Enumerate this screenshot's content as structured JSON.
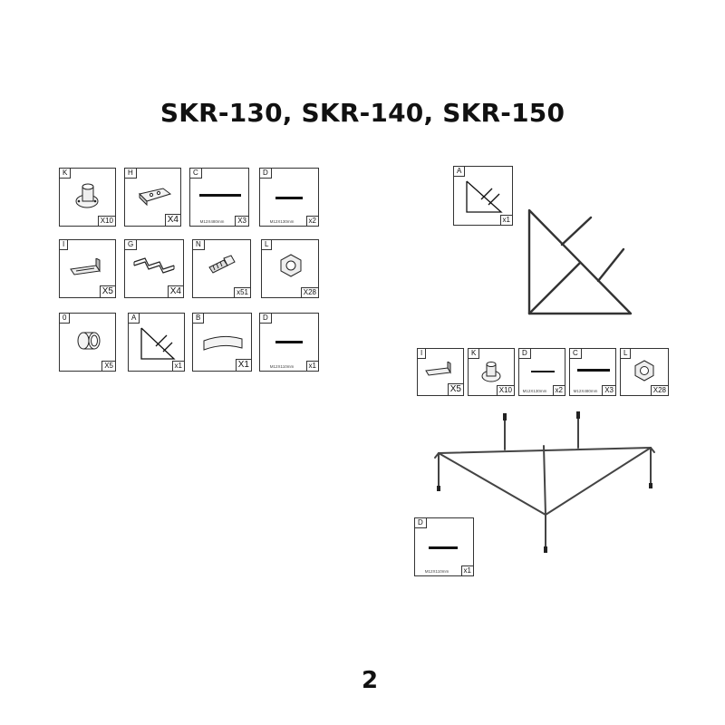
{
  "title": "SKR-130, SKR-140, SKR-150",
  "page_number": "2",
  "parts": [
    {
      "letter": "K",
      "qty": "X10",
      "spec": "",
      "icon": "flange-icon"
    },
    {
      "letter": "H",
      "qty": "X4",
      "spec": "",
      "icon": "plate-bracket-icon"
    },
    {
      "letter": "C",
      "qty": "X3",
      "spec": "M12X480mm",
      "icon": "rod-icon"
    },
    {
      "letter": "D",
      "qty": "x2",
      "spec": "M12X130mm",
      "icon": "rod-icon"
    },
    {
      "letter": "I",
      "qty": "X5",
      "spec": "",
      "icon": "angle-bracket-icon"
    },
    {
      "letter": "G",
      "qty": "X4",
      "spec": "",
      "icon": "clamp-icon"
    },
    {
      "letter": "N",
      "qty": "x51",
      "spec": "",
      "icon": "bolt-icon"
    },
    {
      "letter": "L",
      "qty": "X28",
      "spec": "",
      "icon": "nut-icon"
    },
    {
      "letter": "0",
      "qty": "X5",
      "spec": "",
      "icon": "ring-icon"
    },
    {
      "letter": "A",
      "qty": "x1",
      "spec": "",
      "icon": "triangle-frame-icon"
    },
    {
      "letter": "B",
      "qty": "X1",
      "spec": "",
      "icon": "curved-plate-icon"
    },
    {
      "letter": "D",
      "qty": "x1",
      "spec": "M12X110mm",
      "icon": "rod-icon"
    }
  ],
  "step1": {
    "letter": "A",
    "qty": "x1",
    "icon": "triangle-frame-icon"
  },
  "step2_parts": [
    {
      "letter": "I",
      "qty": "X5",
      "spec": "",
      "icon": "angle-bracket-icon"
    },
    {
      "letter": "K",
      "qty": "X10",
      "spec": "",
      "icon": "flange-icon"
    },
    {
      "letter": "D",
      "qty": "x2",
      "spec": "M12X130mm",
      "icon": "rod-icon"
    },
    {
      "letter": "C",
      "qty": "X3",
      "spec": "M12X480mm",
      "icon": "rod-icon"
    },
    {
      "letter": "L",
      "qty": "X28",
      "spec": "",
      "icon": "nut-icon"
    }
  ],
  "step3": {
    "letter": "D",
    "qty": "x1",
    "spec": "M12X110mm",
    "icon": "rod-icon"
  }
}
